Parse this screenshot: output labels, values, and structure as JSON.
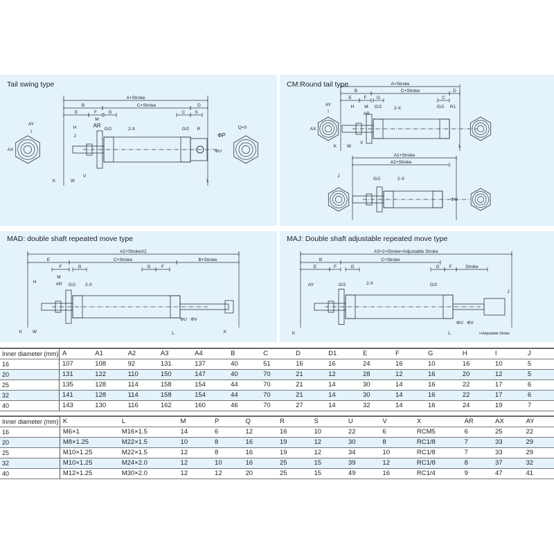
{
  "panels": [
    {
      "title": "Tail swing type",
      "labels": [
        "A+Stroke",
        "B",
        "C+Stroke",
        "D",
        "E",
        "F",
        "G",
        "C",
        "S",
        "M",
        "AR",
        "G/2",
        "G/2",
        "R",
        "2-X",
        "H",
        "J",
        "AY",
        "I",
        "AX",
        "K",
        "W",
        "V",
        "ΦP",
        "ΦU",
        "L",
        "Q+0"
      ]
    },
    {
      "title": "CM:Round tail type",
      "labels": [
        "A+Stroke",
        "B",
        "C+Stroke",
        "D",
        "E",
        "F",
        "G",
        "C",
        "M",
        "AR",
        "G/2",
        "G/2",
        "R1",
        "2-X",
        "H",
        "AY",
        "I",
        "AX",
        "K",
        "W",
        "V",
        "L",
        "A1+Stroke",
        "A2+Stroke",
        "J",
        "G/2",
        "2-X",
        "ΦU"
      ]
    },
    {
      "title": "MAD: double shaft repeated move type",
      "labels": [
        "A2+StrokeX2",
        "E",
        "C+Stroke",
        "B+Stroke",
        "F",
        "G",
        "G",
        "F",
        "H",
        "M",
        "G/2",
        "2-X",
        "AR",
        "K",
        "W",
        "L",
        "ΦU",
        "ΦV",
        "K"
      ]
    },
    {
      "title": "MAJ: Double shaft adjustable repeated move type",
      "labels": [
        "A3+2×Stroke+Adjustable Stroke",
        "B",
        "C+Stroke",
        "E",
        "F",
        "G",
        "G",
        "F",
        "Stroke",
        "AY",
        "G/2",
        "2-X",
        "G/2",
        "J",
        "K",
        "L",
        "ΦU",
        "ΦV",
        "I+Adjustable Stroke"
      ]
    }
  ],
  "table1": {
    "headers": [
      "Inner diameter (mm)",
      "A",
      "A1",
      "A2",
      "A3",
      "A4",
      "B",
      "C",
      "D",
      "D1",
      "E",
      "F",
      "G",
      "H",
      "I",
      "J"
    ],
    "rows": [
      [
        "16",
        "107",
        "108",
        "92",
        "131",
        "137",
        "40",
        "51",
        "16",
        "16",
        "24",
        "16",
        "10",
        "16",
        "10",
        "5"
      ],
      [
        "20",
        "131",
        "122",
        "110",
        "150",
        "147",
        "40",
        "70",
        "21",
        "12",
        "28",
        "12",
        "16",
        "20",
        "12",
        "5"
      ],
      [
        "25",
        "135",
        "128",
        "114",
        "158",
        "154",
        "44",
        "70",
        "21",
        "14",
        "30",
        "14",
        "16",
        "22",
        "17",
        "6"
      ],
      [
        "32",
        "141",
        "128",
        "114",
        "158",
        "154",
        "44",
        "70",
        "21",
        "14",
        "30",
        "14",
        "16",
        "22",
        "17",
        "6"
      ],
      [
        "40",
        "143",
        "130",
        "116",
        "162",
        "160",
        "46",
        "70",
        "27",
        "14",
        "32",
        "14",
        "16",
        "24",
        "19",
        "7"
      ]
    ]
  },
  "table2": {
    "headers": [
      "Inner diameter (mm)",
      "K",
      "L",
      "M",
      "P",
      "Q",
      "R",
      "S",
      "U",
      "V",
      "X",
      "AR",
      "AX",
      "AY"
    ],
    "rows": [
      [
        "16",
        "M6×1",
        "M16×1.5",
        "14",
        "6",
        "12",
        "16",
        "10",
        "22",
        "6",
        "RCM5",
        "6",
        "25",
        "22"
      ],
      [
        "20",
        "M8×1.25",
        "M22×1.5",
        "10",
        "8",
        "16",
        "19",
        "12",
        "30",
        "8",
        "RC1/8",
        "7",
        "33",
        "29"
      ],
      [
        "25",
        "M10×1.25",
        "M22×1.5",
        "12",
        "8",
        "16",
        "19",
        "12",
        "34",
        "10",
        "RC1/8",
        "7",
        "33",
        "29"
      ],
      [
        "32",
        "M10×1.25",
        "M24×2.0",
        "12",
        "10",
        "16",
        "25",
        "15",
        "39",
        "12",
        "RC1/8",
        "8",
        "37",
        "32"
      ],
      [
        "40",
        "M12×1.25",
        "M30×2.0",
        "12",
        "12",
        "20",
        "25",
        "15",
        "49",
        "16",
        "RC1/4",
        "9",
        "47",
        "41"
      ]
    ]
  },
  "colors": {
    "panel_bg": "#e4f2fc",
    "line": "#333333"
  }
}
